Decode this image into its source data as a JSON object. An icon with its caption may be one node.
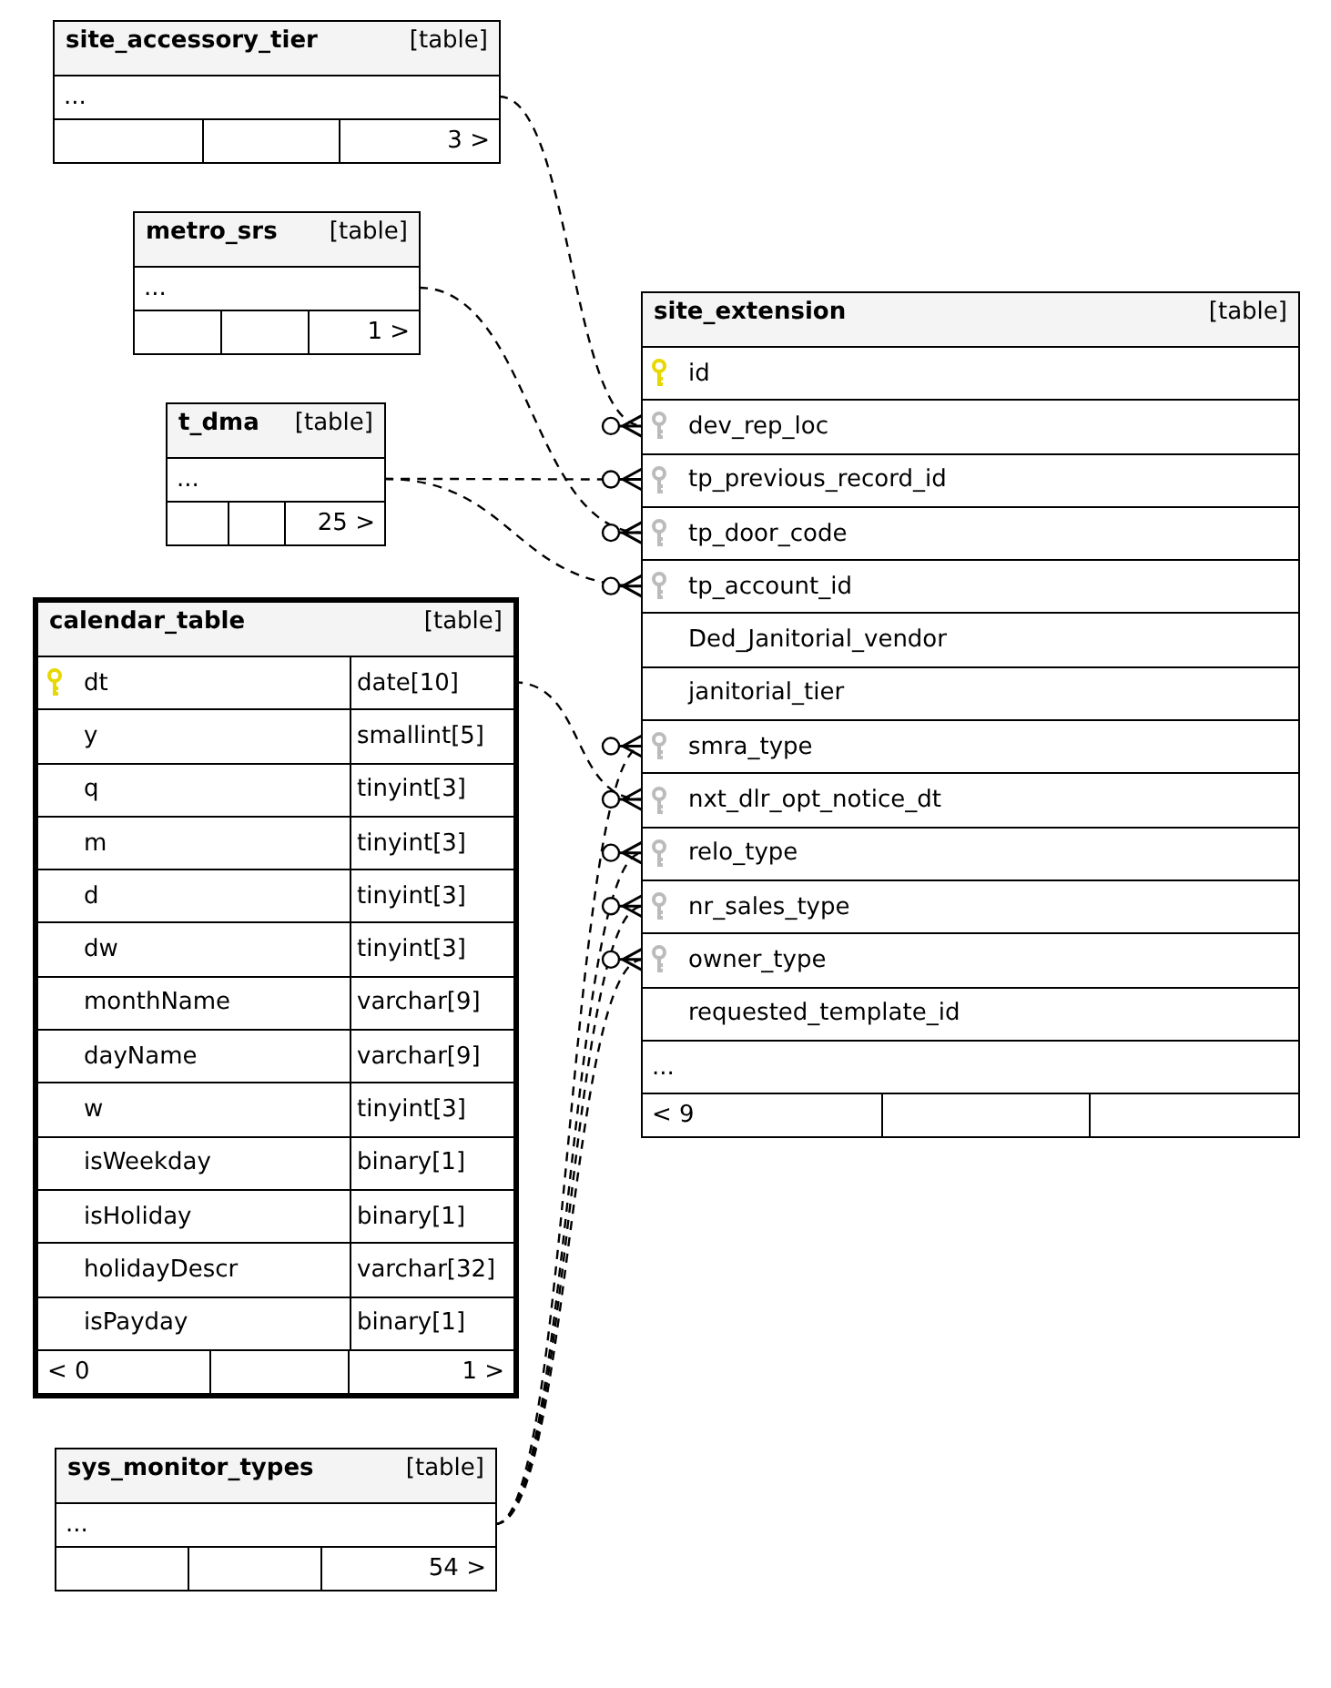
{
  "diagram": {
    "nodes": [
      {
        "text": [
          "site_accessory_tier",
          "[table]"
        ]
      },
      {
        "text": [
          "..."
        ],
        "in": 0
      },
      {
        "text": [
          "3 >"
        ],
        "in": 0
      },
      {
        "text": [
          "metro_srs",
          "[table]"
        ]
      },
      {
        "text": [
          "..."
        ],
        "in": 3
      },
      {
        "text": [
          "1 >"
        ],
        "in": 3
      },
      {
        "text": [
          "t_dma",
          "[table]"
        ]
      },
      {
        "text": [
          "..."
        ],
        "in": 6
      },
      {
        "text": [
          "25 >"
        ],
        "in": 6
      },
      {
        "text": [
          "site_extension",
          "[table]"
        ]
      },
      {
        "text": [
          "id"
        ],
        "in": 9
      },
      {
        "text": [
          "dev_rep_loc"
        ],
        "in": 9
      },
      {
        "text": [
          "tp_previous_record_id"
        ],
        "in": 9
      },
      {
        "text": [
          "tp_door_code"
        ],
        "in": 9
      },
      {
        "text": [
          "tp_account_id"
        ],
        "in": 9
      },
      {
        "text": [
          "Ded_Janitorial_vendor"
        ],
        "in": 9
      },
      {
        "text": [
          "janitorial_tier"
        ],
        "in": 9
      },
      {
        "text": [
          "smra_type"
        ],
        "in": 9
      },
      {
        "text": [
          "nxt_dlr_opt_notice_dt"
        ],
        "in": 9
      },
      {
        "text": [
          "relo_type"
        ],
        "in": 9
      },
      {
        "text": [
          "nr_sales_type"
        ],
        "in": 9
      },
      {
        "text": [
          "owner_type"
        ],
        "in": 9
      },
      {
        "text": [
          "requested_template_id"
        ],
        "in": 9
      },
      {
        "text": [
          "..."
        ],
        "in": 9
      },
      {
        "text": [
          "< 9"
        ],
        "in": 9
      },
      {
        "text": [
          "calendar_table",
          "[table]"
        ]
      },
      {
        "text": [
          "dt",
          "date[10]"
        ],
        "in": 25
      },
      {
        "text": [
          "y",
          "smallint[5]"
        ],
        "in": 25
      },
      {
        "text": [
          "q",
          "tinyint[3]"
        ],
        "in": 25
      },
      {
        "text": [
          "m",
          "tinyint[3]"
        ],
        "in": 25
      },
      {
        "text": [
          "d",
          "tinyint[3]"
        ],
        "in": 25
      },
      {
        "text": [
          "dw",
          "tinyint[3]"
        ],
        "in": 25
      },
      {
        "text": [
          "monthName",
          "varchar[9]"
        ],
        "in": 25
      },
      {
        "text": [
          "dayName",
          "varchar[9]"
        ],
        "in": 25
      },
      {
        "text": [
          "w",
          "tinyint[3]"
        ],
        "in": 25
      },
      {
        "text": [
          "isWeekday",
          "binary[1]"
        ],
        "in": 25
      },
      {
        "text": [
          "isHoliday",
          "binary[1]"
        ],
        "in": 25
      },
      {
        "text": [
          "holidayDescr",
          "varchar[32]"
        ],
        "in": 25
      },
      {
        "text": [
          "isPayday",
          "binary[1]"
        ],
        "in": 25
      },
      {
        "text": [
          "< 0",
          "1 >"
        ],
        "in": 25
      },
      {
        "text": [
          "sys_monitor_types",
          "[table]"
        ]
      },
      {
        "text": [
          "..."
        ],
        "in": 40
      },
      {
        "text": [
          "54 >"
        ],
        "in": 40
      }
    ],
    "edges": [
      {
        "from": 1,
        "to": 11,
        "arrow": "other",
        "style": "dashed"
      },
      {
        "from": 7,
        "to": 12,
        "arrow": "other",
        "style": "dashed"
      },
      {
        "from": 4,
        "to": 13,
        "arrow": "other",
        "style": "dashed"
      },
      {
        "from": 7,
        "to": 14,
        "arrow": "other",
        "style": "dashed"
      },
      {
        "from": 41,
        "to": 17,
        "arrow": "other",
        "style": "dashed"
      },
      {
        "from": 26,
        "to": 18,
        "arrow": "other",
        "style": "dashed"
      },
      {
        "from": 41,
        "to": 19,
        "arrow": "other",
        "style": "dashed"
      },
      {
        "from": 41,
        "to": 20,
        "arrow": "other",
        "style": "dashed"
      },
      {
        "from": 41,
        "to": 21,
        "arrow": "other",
        "style": "dashed"
      }
    ]
  }
}
